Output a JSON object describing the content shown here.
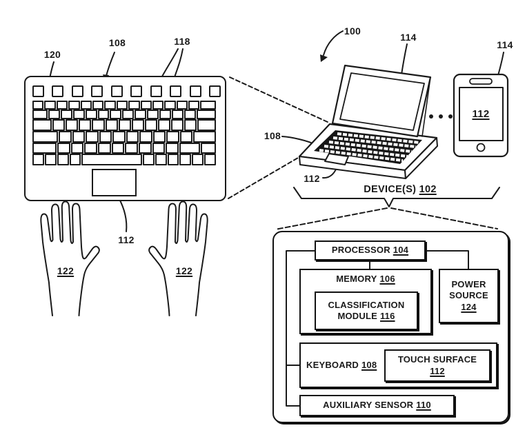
{
  "colors": {
    "ink": "#1a1a1a",
    "background": "#ffffff"
  },
  "figure_labels": {
    "system_ref": "100",
    "keyboard_top_ref": "108",
    "function_key_ref": "120",
    "function_keys_ref": "118",
    "keyboard_touch_surface_ref": "112",
    "hand_left_ref": "122",
    "hand_right_ref": "122",
    "laptop_display_ref": "114",
    "laptop_keyboard_ref": "108",
    "laptop_touch_surface_ref": "112",
    "phone_ref": "114",
    "phone_screen_ref": "112"
  },
  "devices_group": {
    "label": "DEVICE(S)",
    "ref": "102"
  },
  "block_diagram": {
    "processor": {
      "label": "PROCESSOR",
      "ref": "104"
    },
    "memory": {
      "label": "MEMORY",
      "ref": "106"
    },
    "classification_module": {
      "line1": "CLASSIFICATION",
      "line2": "MODULE",
      "ref": "116"
    },
    "power_source": {
      "line1": "POWER",
      "line2": "SOURCE",
      "ref": "124"
    },
    "keyboard": {
      "label": "KEYBOARD",
      "ref": "108"
    },
    "touch_surface": {
      "line1": "TOUCH SURFACE",
      "ref": "112"
    },
    "auxiliary_sensor": {
      "label": "AUXILIARY SENSOR",
      "ref": "110"
    }
  }
}
